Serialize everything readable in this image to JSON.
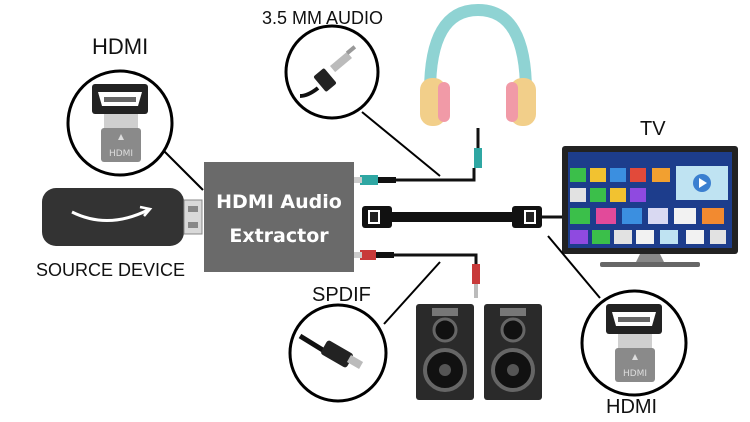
{
  "labels": {
    "hdmi_top": "HDMI",
    "audio_35": "3.5 MM AUDIO",
    "tv": "TV",
    "source_device": "SOURCE DEVICE",
    "spdif": "SPDIF",
    "hdmi_bottom": "HDMI"
  },
  "extractor": {
    "line1": "HDMI Audio",
    "line2": "Extractor"
  },
  "plug_text": "HDMI",
  "colors": {
    "extractor_box": "#6a6a6a",
    "cable": "#111111",
    "tv_screen": "#1d3d8c",
    "headphone_band": "#8fd3d3",
    "headphone_cup": "#f2cf8a",
    "headphone_cushion": "#f19aa7",
    "jack_teal": "#2fa7a3",
    "jack_red": "#c83a3a",
    "speaker": "#2a2a2a"
  }
}
